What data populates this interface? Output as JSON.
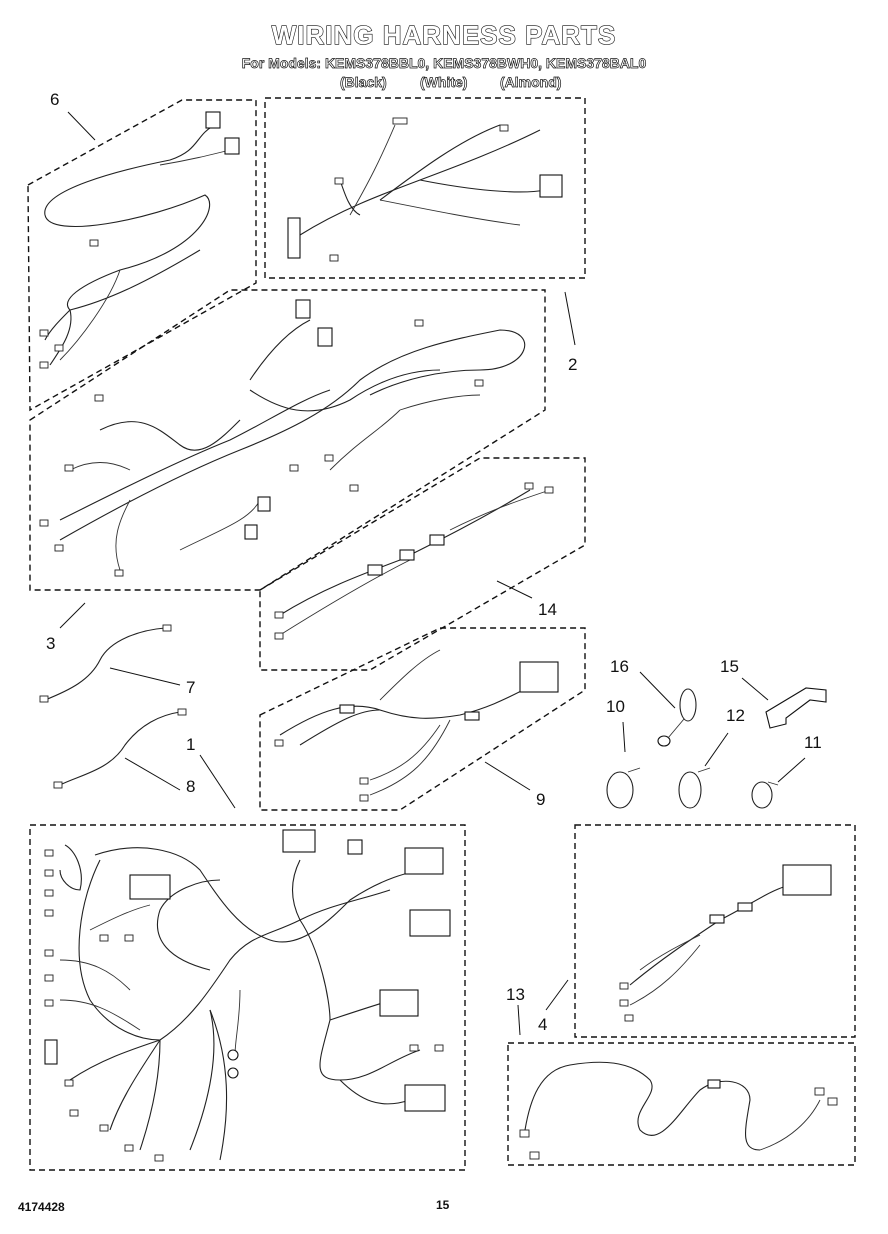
{
  "header": {
    "title": "WIRING HARNESS PARTS",
    "models": "For Models: KEMS378BBL0, KEMS378BWH0, KEMS378BAL0",
    "color_black": "(Black)",
    "color_white": "(White)",
    "color_almond": "(Almond)"
  },
  "callouts": {
    "c1": "1",
    "c2": "2",
    "c3": "3",
    "c4": "4",
    "c6": "6",
    "c7": "7",
    "c8": "8",
    "c9": "9",
    "c10": "10",
    "c11": "11",
    "c12": "12",
    "c13": "13",
    "c14": "14",
    "c15": "15",
    "c16": "16"
  },
  "footer": {
    "doc_number": "4174428",
    "page_number": "15"
  }
}
